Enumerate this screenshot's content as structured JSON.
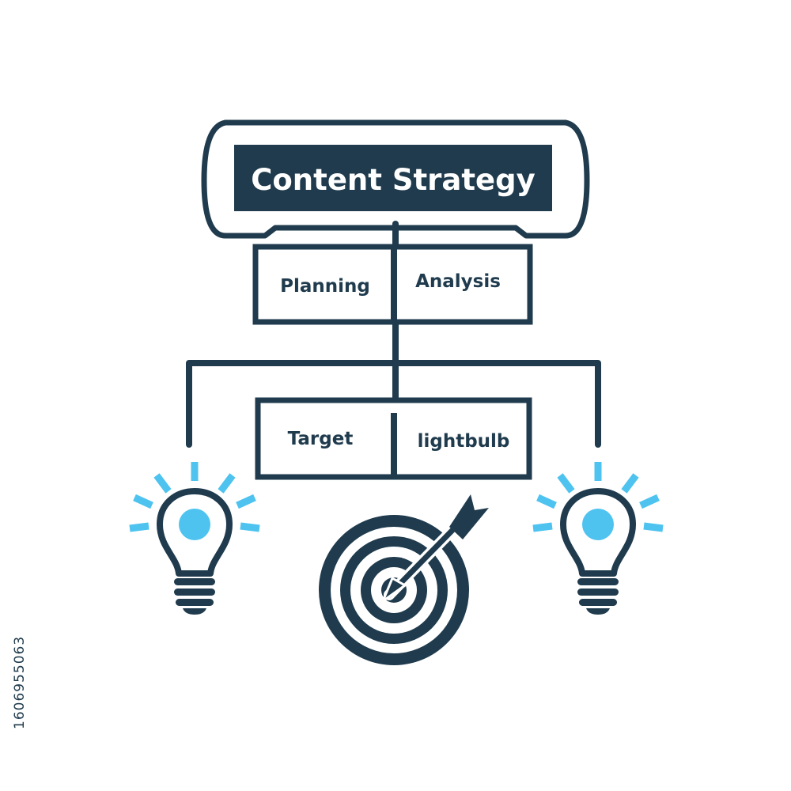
{
  "diagram": {
    "title": "Content Strategy",
    "row1": {
      "left": "Planning",
      "right": "Analysis"
    },
    "row2": {
      "left": "Target",
      "right": "lightbulb"
    }
  },
  "watermark": {
    "id": "1606955063"
  },
  "icons": [
    "lightbulb-icon",
    "target-icon",
    "arrow-icon",
    "lightbulb-icon"
  ],
  "colors": {
    "primary": "#1f3b4d",
    "accent": "#4ec3f0",
    "background": "#ffffff"
  }
}
